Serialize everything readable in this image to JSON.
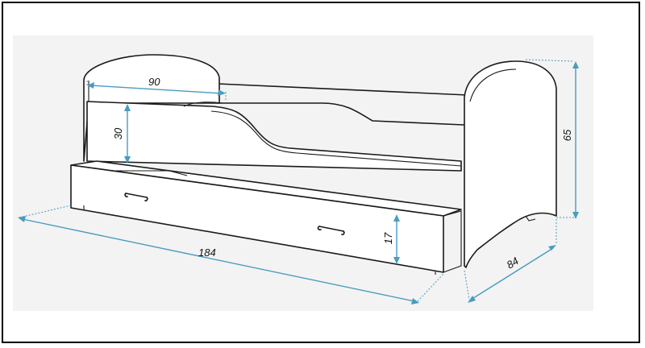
{
  "dimensions": {
    "headboard_width": "90",
    "rail_height": "30",
    "height": "65",
    "length": "184",
    "drawer_height": "17",
    "depth": "84"
  },
  "colors": {
    "dimension_line": "#4a9bbf",
    "outline": "#1a1a1a",
    "background_panel": "#f3f3f3"
  }
}
